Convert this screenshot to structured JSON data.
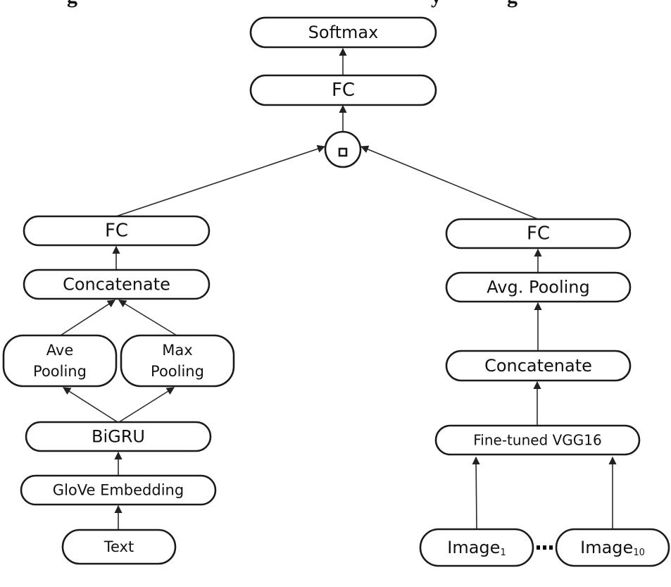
{
  "caption": {
    "partial_glyphs": [
      "g",
      "y",
      "g"
    ],
    "note": "caption text cropped at top edge; only descenders visible"
  },
  "diagram": {
    "title": "",
    "fusion_operator": {
      "id": "fuse",
      "symbol": "■",
      "label": "element-wise product"
    },
    "nodes": [
      {
        "id": "softmax",
        "label": "Softmax",
        "branch": "fusion"
      },
      {
        "id": "fc_top",
        "label": "FC",
        "branch": "fusion"
      },
      {
        "id": "fc_text",
        "label": "FC",
        "branch": "text"
      },
      {
        "id": "concat_text",
        "label": "Concatenate",
        "branch": "text"
      },
      {
        "id": "ave_pool",
        "label": "Ave\nPooling",
        "lines": [
          "Ave",
          "Pooling"
        ],
        "branch": "text"
      },
      {
        "id": "max_pool",
        "label": "Max\nPooling",
        "lines": [
          "Max",
          "Pooling"
        ],
        "branch": "text"
      },
      {
        "id": "bigru",
        "label": "BiGRU",
        "branch": "text"
      },
      {
        "id": "glove",
        "label": "GloVe Embedding",
        "branch": "text"
      },
      {
        "id": "text_in",
        "label": "Text",
        "branch": "text"
      },
      {
        "id": "fc_img",
        "label": "FC",
        "branch": "image"
      },
      {
        "id": "avg_pool",
        "label": "Avg. Pooling",
        "branch": "image"
      },
      {
        "id": "concat_img",
        "label": "Concatenate",
        "branch": "image"
      },
      {
        "id": "vgg",
        "label": "Fine-tuned VGG16",
        "branch": "image"
      },
      {
        "id": "img1",
        "label": "Image",
        "subscript": "1",
        "branch": "image"
      },
      {
        "id": "img10",
        "label": "Image",
        "subscript": "10",
        "branch": "image"
      }
    ],
    "edges": [
      {
        "from": "fc_top",
        "to": "softmax"
      },
      {
        "from": "fuse",
        "to": "fc_top"
      },
      {
        "from": "fc_text",
        "to": "fuse"
      },
      {
        "from": "fc_img",
        "to": "fuse"
      },
      {
        "from": "concat_text",
        "to": "fc_text"
      },
      {
        "from": "ave_pool",
        "to": "concat_text"
      },
      {
        "from": "max_pool",
        "to": "concat_text"
      },
      {
        "from": "bigru",
        "to": "ave_pool"
      },
      {
        "from": "bigru",
        "to": "max_pool"
      },
      {
        "from": "glove",
        "to": "bigru"
      },
      {
        "from": "text_in",
        "to": "glove"
      },
      {
        "from": "avg_pool",
        "to": "fc_img"
      },
      {
        "from": "concat_img",
        "to": "avg_pool"
      },
      {
        "from": "vgg",
        "to": "concat_img"
      },
      {
        "from": "img1",
        "to": "vgg"
      },
      {
        "from": "img10",
        "to": "vgg"
      }
    ],
    "ellipsis": {
      "between": [
        "img1",
        "img10"
      ],
      "symbol": "···"
    }
  }
}
